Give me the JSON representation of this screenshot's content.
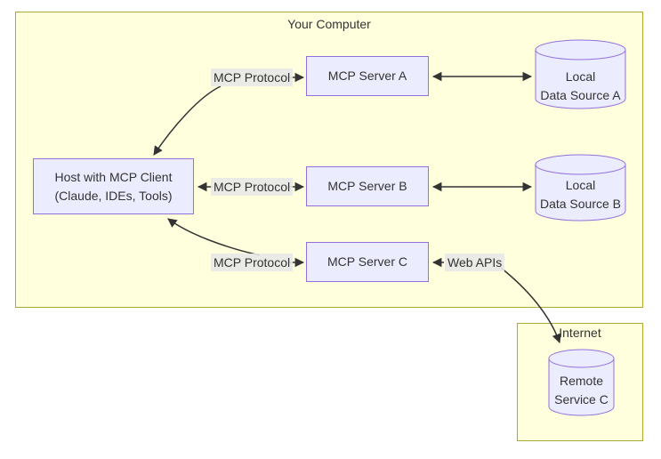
{
  "diagram": {
    "computer_group": {
      "title": "Your Computer"
    },
    "internet_group": {
      "title": "Internet"
    },
    "host": {
      "line1": "Host with MCP Client",
      "line2": "(Claude, IDEs, Tools)"
    },
    "servers": [
      {
        "label": "MCP Server A"
      },
      {
        "label": "MCP Server B"
      },
      {
        "label": "MCP Server C"
      }
    ],
    "datastores": [
      {
        "line1": "Local",
        "line2": "Data Source A"
      },
      {
        "line1": "Local",
        "line2": "Data Source B"
      },
      {
        "line1": "Remote",
        "line2": "Service C"
      }
    ],
    "edge_labels": {
      "protocol_a": "MCP Protocol",
      "protocol_b": "MCP Protocol",
      "protocol_c": "MCP Protocol",
      "web_apis": "Web APIs"
    },
    "colors": {
      "group_fill": "#ffffde",
      "group_border": "#aaaa33",
      "node_fill": "#ececff",
      "node_border": "#9370db",
      "edge_label_bg": "#e8e8e8",
      "line": "#333333",
      "text": "#333333"
    }
  }
}
